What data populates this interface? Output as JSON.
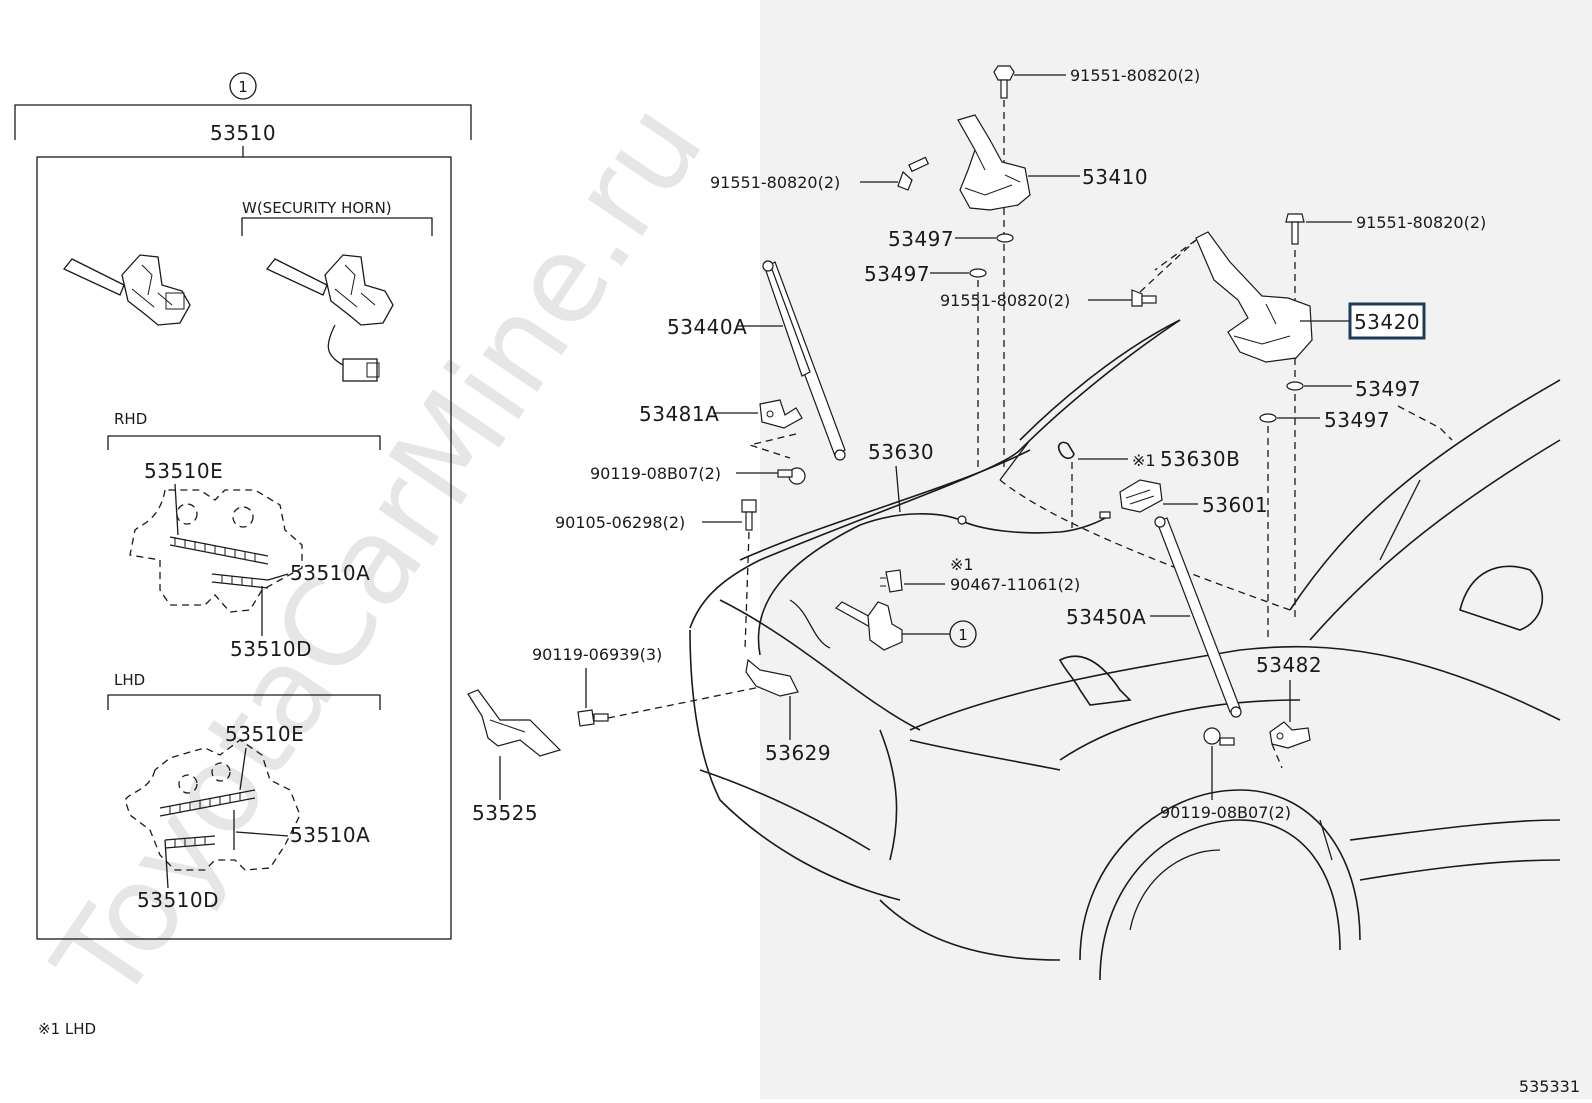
{
  "diagram": {
    "watermark": "ToyotaCarMine.ru",
    "figure_number": "535331",
    "footnote": "※1 LHD",
    "inset": {
      "group_circle": "1",
      "group_part": "53510",
      "variant_security": "W(SECURITY HORN)",
      "variant_rhd": "RHD",
      "variant_lhd": "LHD",
      "rhd_labels": [
        "53510E",
        "53510A",
        "53510D"
      ],
      "lhd_labels": [
        "53510E",
        "53510A",
        "53510D"
      ]
    },
    "labels": {
      "bolt_top": "91551-80820(2)",
      "hinge_left": "53410",
      "bolt_hinge_left": "91551-80820(2)",
      "washer_a": "53497",
      "washer_b": "53497",
      "bolt_mid": "91551-80820(2)",
      "strut_left": "53440A",
      "bracket_left": "53481A",
      "bolt_bracket": "90119-08B07(2)",
      "bolt_90105": "90105-06298(2)",
      "cable": "53630",
      "clip_note": "※1",
      "clip_part": "53630B",
      "clip_90467_note": "※1",
      "clip_90467": "90467-11061(2)",
      "handle": "53601",
      "latch_circle": "1",
      "bolt_90119_06939": "90119-06939(3)",
      "support": "53629",
      "bracket_53525": "53525",
      "strut_right": "53450A",
      "bracket_right": "53482",
      "bolt_right_bracket": "90119-08B07(2)",
      "bolt_top_right": "91551-80820(2)",
      "hinge_right": "53420",
      "washer_c": "53497",
      "washer_d": "53497"
    }
  }
}
